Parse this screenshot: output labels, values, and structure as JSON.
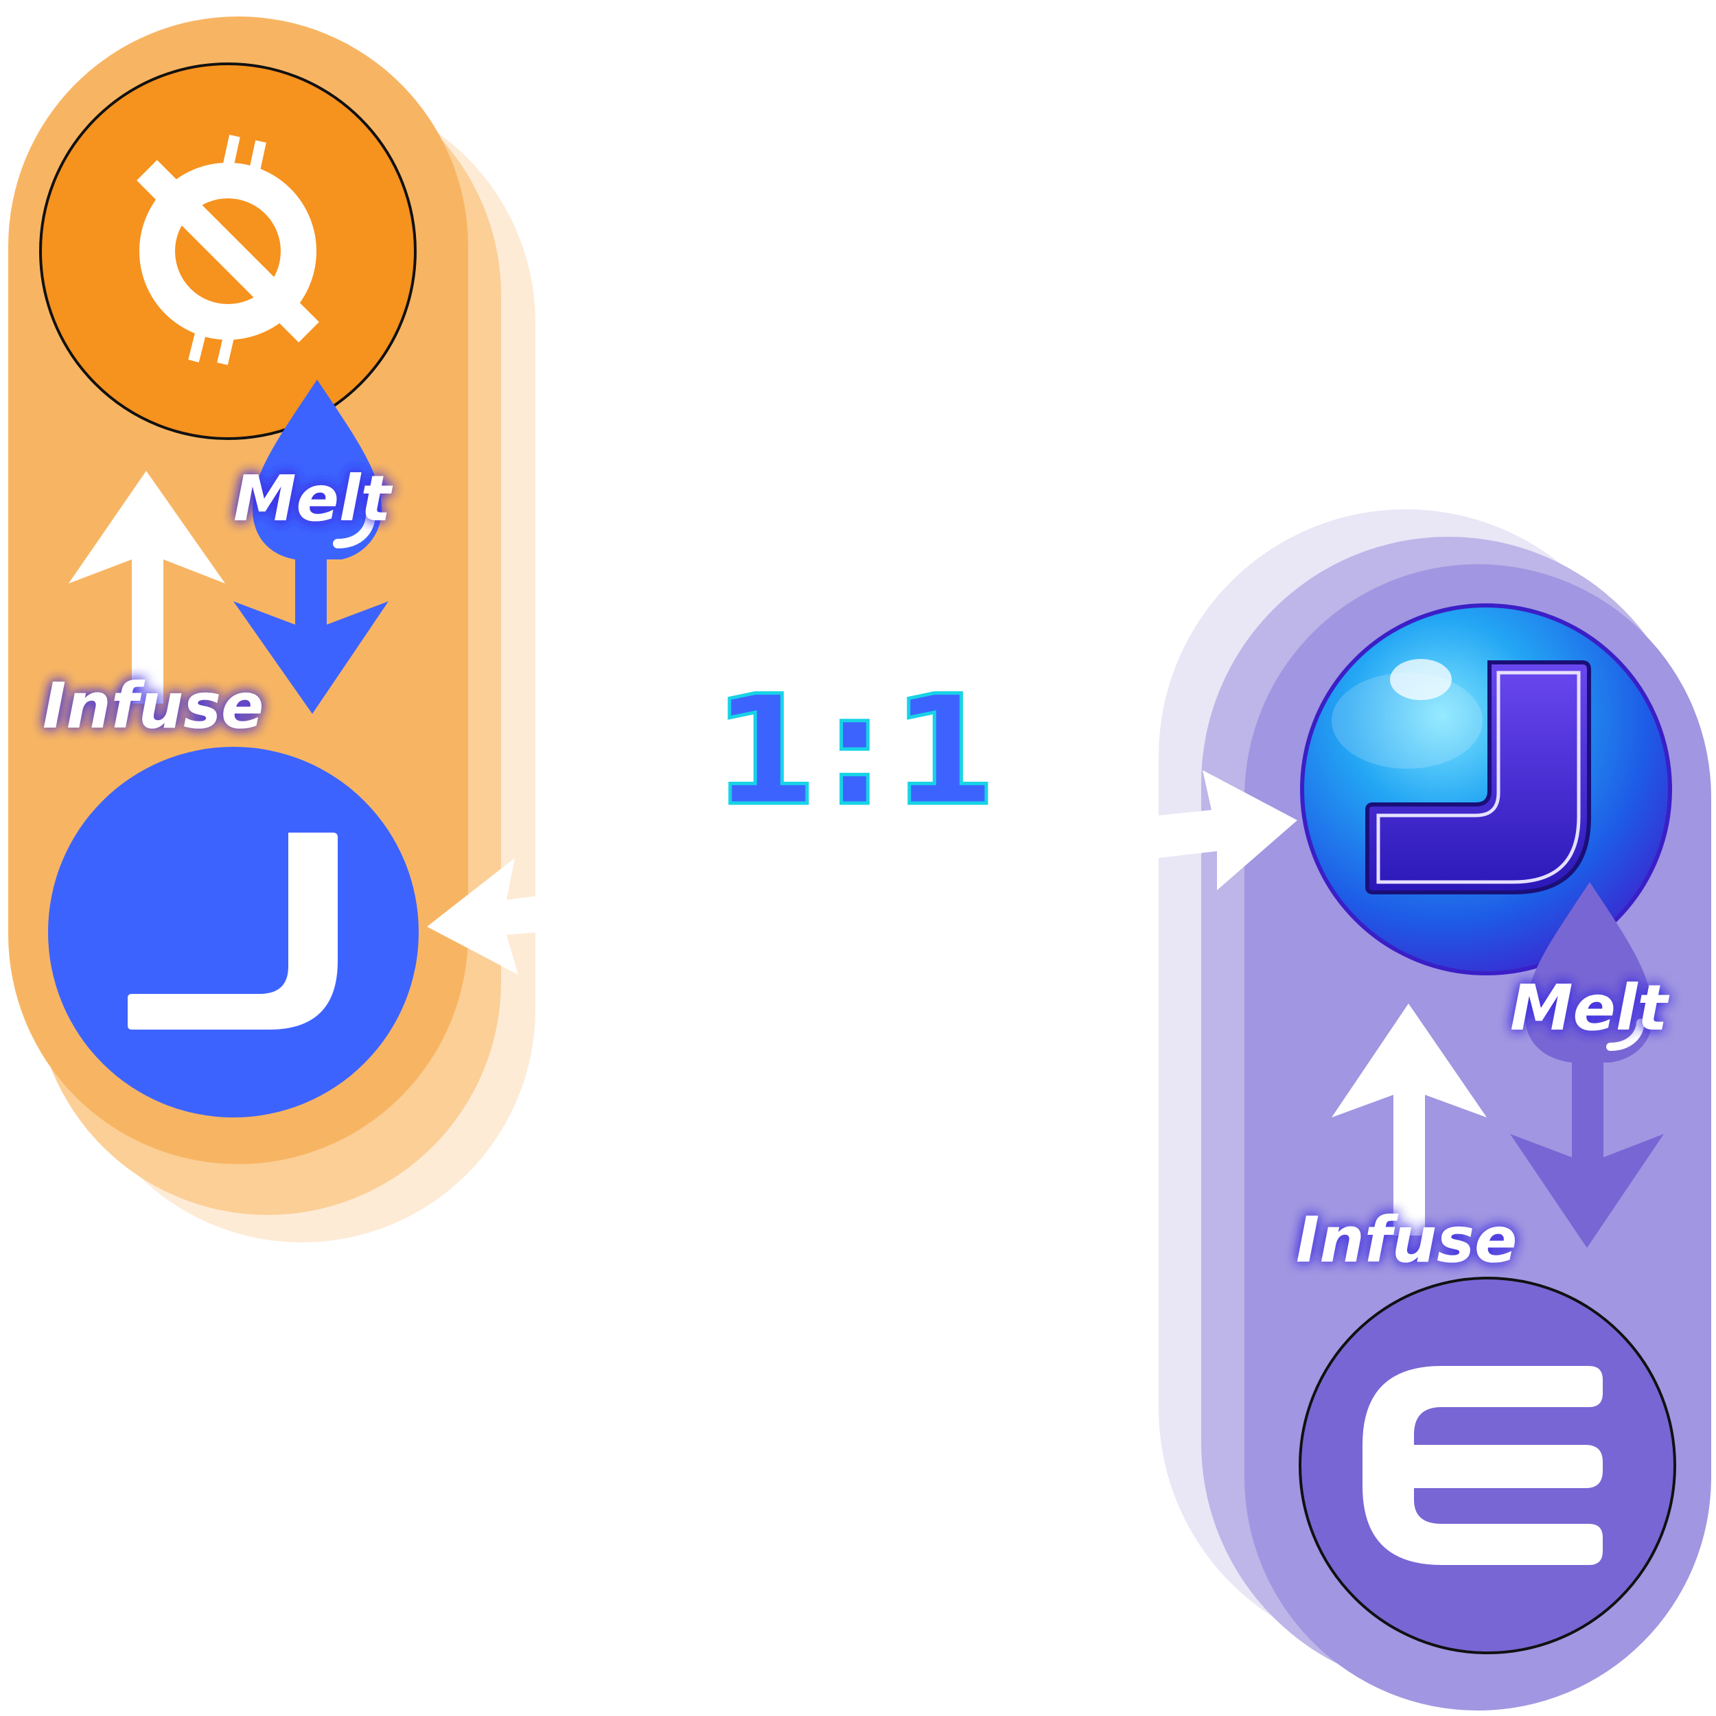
{
  "ratio": {
    "text": "1:1",
    "fill": "#3D63FF",
    "outline": "#17D3E6"
  },
  "left_group": {
    "label_melt": "Melt",
    "label_infuse": "Infuse",
    "top_token_icon": "bitcoin-cross-icon",
    "bottom_token_icon": "jumpnet-j-icon",
    "colors": {
      "pill": "#F7B563",
      "pill_shadow": "#FBCF96",
      "pill_shadow_far": "#FDEBD6",
      "top_token": "#F6921E",
      "bottom_token": "#3D63FF",
      "melt_arrow": "#3D63FF"
    }
  },
  "right_group": {
    "label_melt": "Melt",
    "label_infuse": "Infuse",
    "top_token_icon": "jumpnet-bubble-j-icon",
    "bottom_token_icon": "enjin-e-icon",
    "colors": {
      "pill": "#A196E1",
      "pill_shadow": "#BEB5E8",
      "pill_shadow_far": "#E9E6F6",
      "top_token": "#2C9BF5",
      "bottom_token": "#7866D4",
      "melt_arrow": "#7866D4"
    }
  }
}
